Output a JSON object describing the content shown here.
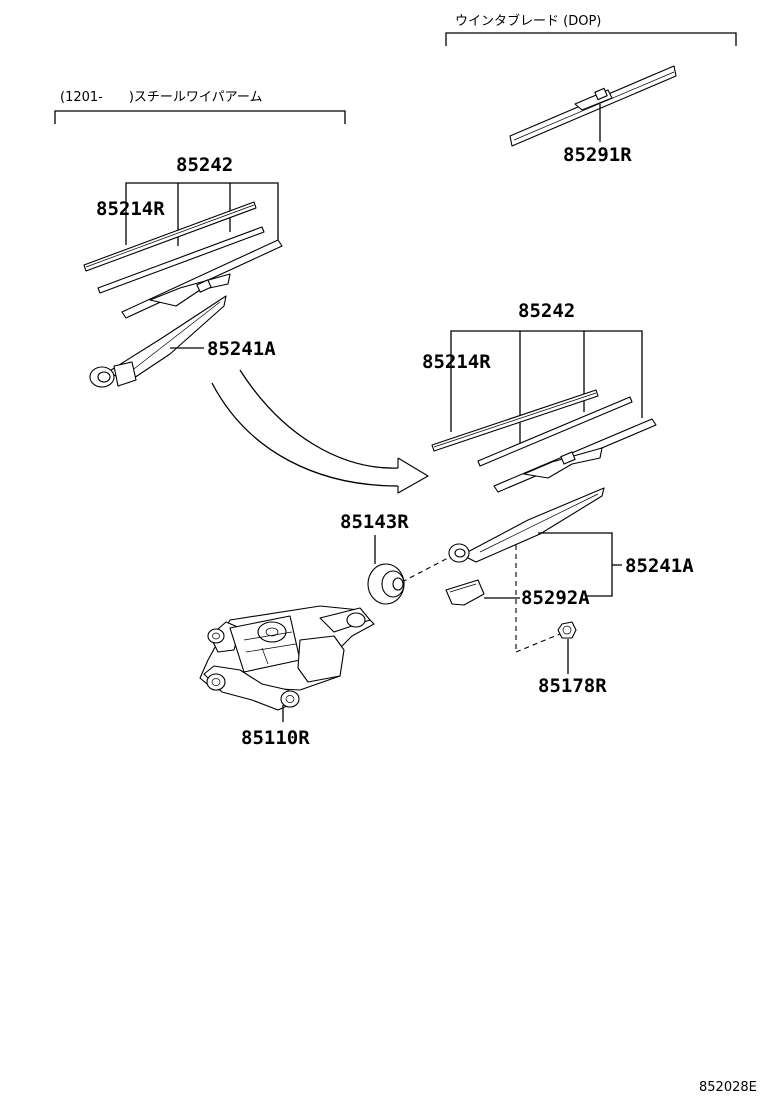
{
  "captions": {
    "steel_arm": "(1201-　　)スチールワイパアーム",
    "wiper_blade": "ウインタブレード (DOP)"
  },
  "parts": {
    "p85291R": "85291R",
    "p85242_left": "85242",
    "p85214R_left": "85214R",
    "p85241A_left": "85241A",
    "p85242_right": "85242",
    "p85214R_right": "85214R",
    "p85143R": "85143R",
    "p85241A_right": "85241A",
    "p85292A": "85292A",
    "p85178R": "85178R",
    "p85110R": "85110R"
  },
  "diagram_code": "852028E"
}
